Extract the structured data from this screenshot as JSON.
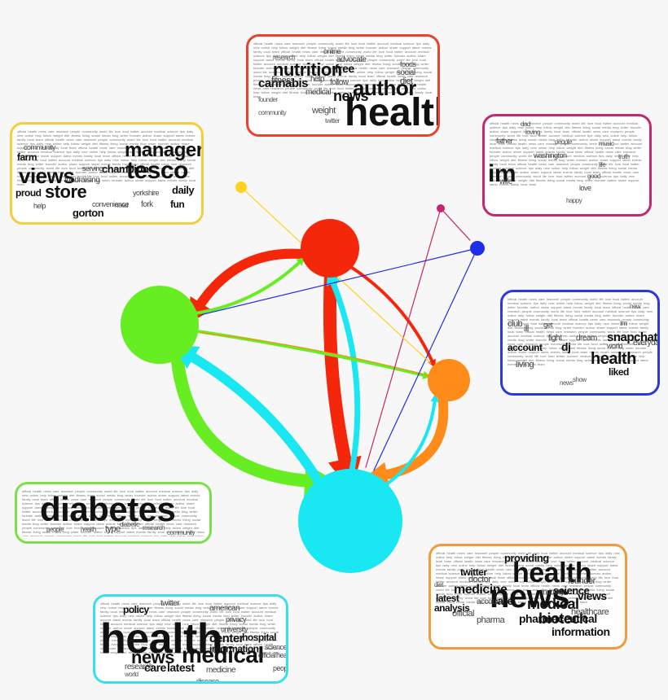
{
  "colors": {
    "background": "#f7f7f7",
    "red": "#f5270b",
    "green": "#66ee22",
    "cyan": "#19e8f3",
    "orange": "#ff8c19",
    "yellow": "#ffd21f",
    "magenta": "#c8266f",
    "blue": "#1f2ee8",
    "frame_red": "#e8442a",
    "frame_yellow": "#f2cf3c",
    "frame_magenta": "#c22a6f",
    "frame_blue": "#2c39d9",
    "frame_green": "#7be04a",
    "frame_orange": "#f39a3a",
    "frame_cyan": "#37e0ee"
  },
  "nodes": [
    {
      "id": "red",
      "color": "red"
    },
    {
      "id": "green",
      "color": "green"
    },
    {
      "id": "cyan",
      "color": "cyan"
    },
    {
      "id": "orange",
      "color": "orange"
    },
    {
      "id": "yellow",
      "color": "yellow"
    },
    {
      "id": "magenta",
      "color": "magenta"
    },
    {
      "id": "blue",
      "color": "blue"
    }
  ],
  "edges": [
    {
      "from": "red",
      "to": "cyan",
      "color": "red",
      "weight": 5
    },
    {
      "from": "red",
      "to": "green",
      "color": "red",
      "weight": 4
    },
    {
      "from": "green",
      "to": "cyan",
      "color": "green",
      "weight": 5
    },
    {
      "from": "cyan",
      "to": "green",
      "color": "cyan",
      "weight": 4
    },
    {
      "from": "orange",
      "to": "cyan",
      "color": "orange",
      "weight": 4
    },
    {
      "from": "cyan",
      "to": "red",
      "color": "cyan",
      "weight": 3
    },
    {
      "from": "green",
      "to": "red",
      "color": "green",
      "weight": 2
    },
    {
      "from": "green",
      "to": "orange",
      "color": "green",
      "weight": 2
    },
    {
      "from": "red",
      "to": "orange",
      "color": "red",
      "weight": 2
    },
    {
      "from": "cyan",
      "to": "orange",
      "color": "cyan",
      "weight": 2
    },
    {
      "from": "orange",
      "to": "green",
      "color": "orange",
      "weight": 1
    },
    {
      "from": "blue",
      "to": "cyan",
      "color": "blue",
      "weight": 1
    },
    {
      "from": "magenta",
      "to": "cyan",
      "color": "magenta",
      "weight": 1
    },
    {
      "from": "yellow",
      "to": "orange",
      "color": "yellow",
      "weight": 1
    },
    {
      "from": "magenta",
      "to": "blue",
      "color": "magenta",
      "weight": 1
    },
    {
      "from": "blue",
      "to": "green",
      "color": "blue",
      "weight": 1
    }
  ],
  "clouds": {
    "red": {
      "words": [
        "health",
        "author",
        "nutrition",
        "news",
        "cannabis",
        "free",
        "fitness",
        "advocate",
        "help",
        "medical",
        "follow",
        "social",
        "diet",
        "weight",
        "online",
        "foods",
        "twitter",
        "research",
        "founder",
        "community"
      ]
    },
    "yellow": {
      "words": [
        "tesco",
        "manager",
        "views",
        "store",
        "champion",
        "farm",
        "community",
        "gorton",
        "daily",
        "fork",
        "yorkshire",
        "serving",
        "fundraising",
        "fun",
        "convenience",
        "proud",
        "help",
        "need"
      ]
    },
    "magenta": {
      "words": [
        "im",
        "love",
        "life",
        "washington",
        "wife",
        "good",
        "loving",
        "dad",
        "father",
        "truth",
        "music",
        "happy",
        "people"
      ]
    },
    "blue": {
      "words": [
        "health",
        "snapchat",
        "dj",
        "ill",
        "club",
        "account",
        "living",
        "fight",
        "dream",
        "liked",
        "world",
        "everyday",
        "get",
        "im",
        "new",
        "news",
        "show"
      ]
    },
    "green": {
      "words": [
        "diabetes",
        "type",
        "people",
        "health",
        "diabetic",
        "community",
        "research"
      ]
    },
    "orange": {
      "words": [
        "health",
        "news",
        "biotech",
        "medicine",
        "pharmaceutical",
        "medical",
        "care",
        "views",
        "information",
        "twitter",
        "doctor",
        "founder",
        "science",
        "analysis",
        "pharma",
        "providing",
        "account",
        "healthcare",
        "latest",
        "official",
        "industry",
        "diet"
      ]
    },
    "cyan": {
      "words": [
        "health",
        "medical",
        "news",
        "care",
        "center",
        "hospital",
        "information",
        "policy",
        "twitter",
        "latest",
        "research",
        "medicine",
        "official",
        "science",
        "healthy",
        "university",
        "people",
        "privacy",
        "disease",
        "american",
        "world"
      ]
    }
  },
  "fill_text": "official health news care research people community world life love food twitter account medical science tips daily new online help follow weight diet fitness living social media blog writer founder author share support latest events family local team"
}
